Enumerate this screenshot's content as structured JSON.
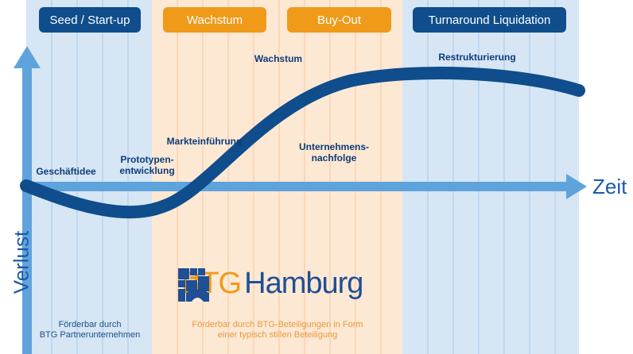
{
  "phases": [
    {
      "label": "Seed / Start-up"
    },
    {
      "label": "Wachstum"
    },
    {
      "label": "Buy-Out"
    },
    {
      "label": "Turnaround Liquidation"
    }
  ],
  "stages": [
    {
      "label": "Geschäftidee"
    },
    {
      "label": "Prototypen-\nentwicklung"
    },
    {
      "label": "Markteinführung"
    },
    {
      "label": "Wachstum"
    },
    {
      "label": "Unternehmens-\nnachfolge"
    },
    {
      "label": "Restrukturierung"
    }
  ],
  "axes": {
    "x_label": "Zeit",
    "y_label": "Verlust"
  },
  "notes": {
    "blue": "Förderbar durch\nBTG Partnerunternehmen",
    "orange": "Förderbar durch BTG-Beteiligungen in Form\neiner typisch stillen Beteiligung"
  },
  "logo": {
    "part1": "BTG",
    "part2": "Hamburg"
  },
  "colors": {
    "blue_band": "#d6e6f5",
    "orange_band": "#fde8d4",
    "dark_blue": "#0f4d8c",
    "arrow_blue": "#5fa3dd",
    "orange": "#f09a1a"
  }
}
